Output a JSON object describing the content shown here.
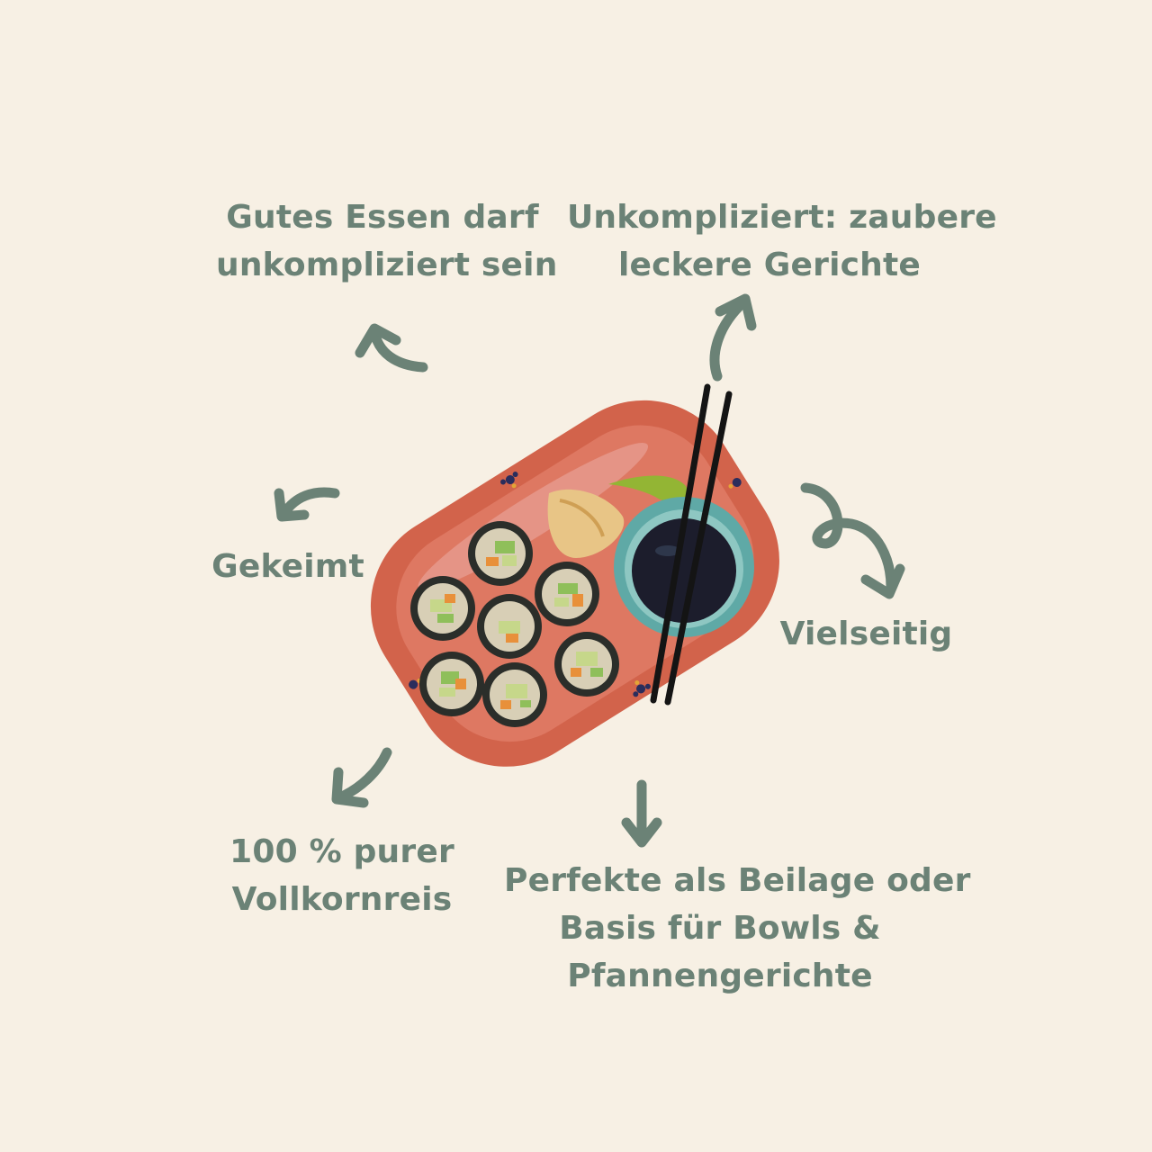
{
  "labels": {
    "top_left": [
      "Gutes Essen darf",
      "unkompliziert sein"
    ],
    "top_right": [
      "Unkompliziert: zaubere",
      "leckere Gerichte"
    ],
    "left": [
      "Gekeimt"
    ],
    "right": [
      "Vielseitig"
    ],
    "bottom_left": [
      "100 % purer",
      "Vollkornreis"
    ],
    "bottom_right": [
      "Perfekte als Beilage oder",
      "Basis für Bowls &",
      "Pfannengerichte"
    ]
  },
  "colors": {
    "background": "#f7f0e4",
    "text": "#6b8276",
    "arrow": "#6b8276",
    "plate": "#d2634b",
    "bowl": "#5fa9a6",
    "sauce": "#1c1d2c",
    "nori": "#2b2e2a",
    "rice": "#d8cfb6"
  },
  "illustration": {
    "subject": "sushi-plate-with-chopsticks-and-soy-sauce",
    "sushi_count": 7
  }
}
